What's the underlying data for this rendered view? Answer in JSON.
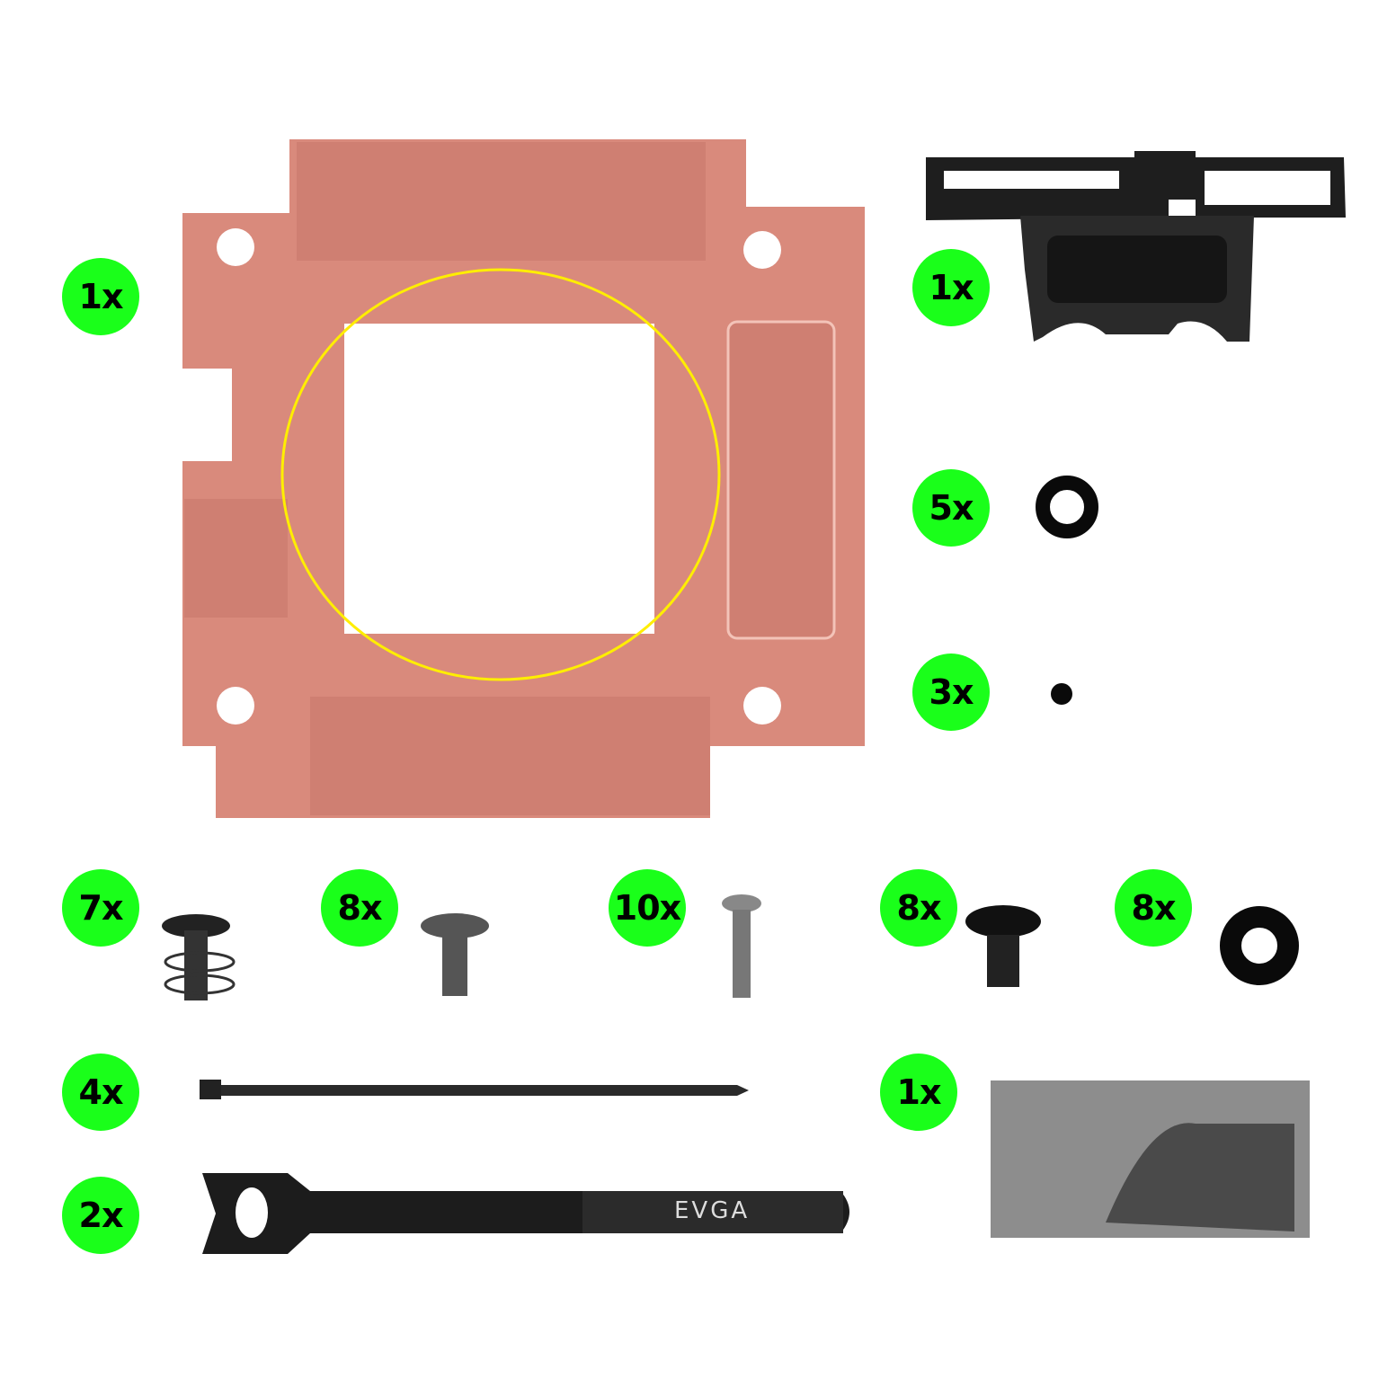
{
  "colors": {
    "badge": "#1aff1a",
    "copper": "#d98a7c",
    "highlight": "#ffee00",
    "hardware": "#1a1a1a"
  },
  "items": [
    {
      "name": "copper-shim-plate",
      "quantity": "1x"
    },
    {
      "name": "mounting-bracket",
      "quantity": "1x"
    },
    {
      "name": "o-ring-washer",
      "quantity": "5x"
    },
    {
      "name": "small-rubber-plug",
      "quantity": "3x"
    },
    {
      "name": "spring-screw",
      "quantity": "7x"
    },
    {
      "name": "pan-head-screw",
      "quantity": "8x"
    },
    {
      "name": "long-thin-screw",
      "quantity": "10x"
    },
    {
      "name": "black-screw",
      "quantity": "8x"
    },
    {
      "name": "flat-washer",
      "quantity": "8x"
    },
    {
      "name": "cable-tie",
      "quantity": "4x"
    },
    {
      "name": "thermal-paste-packet",
      "quantity": "1x"
    },
    {
      "name": "velcro-strap",
      "quantity": "2x"
    }
  ],
  "strap_logo": "EVGA"
}
